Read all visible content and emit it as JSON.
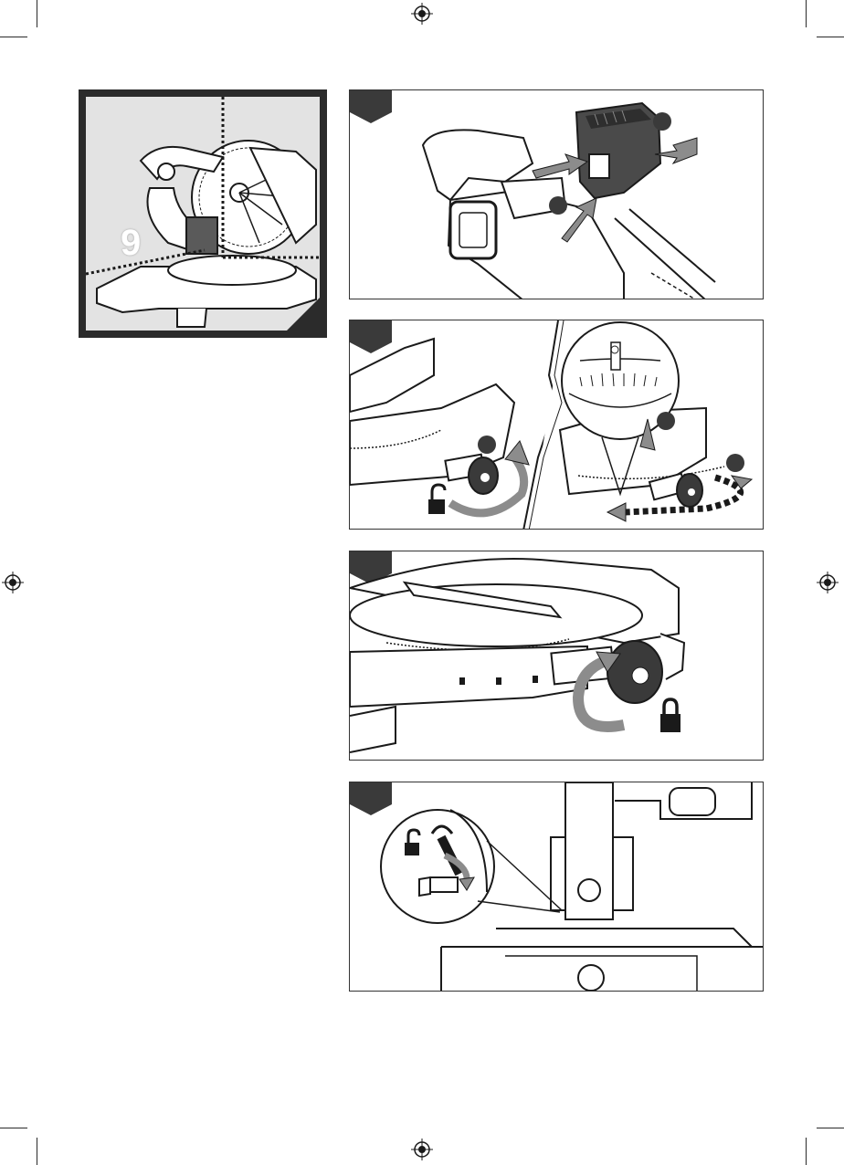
{
  "overview": {
    "figure_number": "9"
  },
  "figures": [
    {
      "id": "step-1",
      "label": ""
    },
    {
      "id": "step-2",
      "label": ""
    },
    {
      "id": "step-3",
      "label": ""
    },
    {
      "id": "step-4",
      "label": ""
    }
  ],
  "icons": {
    "unlock": "unlock-icon",
    "lock": "lock-icon",
    "registration": "registration-mark-icon"
  },
  "colors": {
    "line": "#1a1a1a",
    "tab": "#3a3a3a",
    "arrow": "#8c8c8c",
    "frame": "#2b2b2b"
  }
}
